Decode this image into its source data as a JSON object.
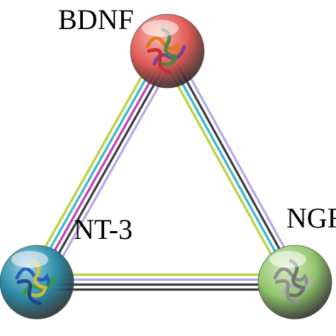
{
  "nodes": {
    "bdnf": {
      "label": "BDNF",
      "sphere_color": "#e05a55",
      "highlight": "#f6b8b2"
    },
    "nt3": {
      "label": "NT-3",
      "sphere_color": "#2b8aa6",
      "highlight": "#9fd6e3"
    },
    "ngf": {
      "label": "NGF",
      "sphere_color": "#8fc46a",
      "highlight": "#d9eec4"
    }
  },
  "edges": [
    {
      "from": "bdnf",
      "to": "nt3",
      "line_colors": [
        "#b3a7ea",
        "#3a3a3a",
        "#c23bc0",
        "#34b8c8",
        "#b6d23a"
      ]
    },
    {
      "from": "bdnf",
      "to": "ngf",
      "line_colors": [
        "#b3a7ea",
        "#3a3a3a",
        "#34b8c8",
        "#b6d23a"
      ]
    },
    {
      "from": "nt3",
      "to": "ngf",
      "line_colors": [
        "#b6d23a",
        "#b3a7ea",
        "#3a3a3a",
        "#3a3a3a"
      ]
    }
  ]
}
